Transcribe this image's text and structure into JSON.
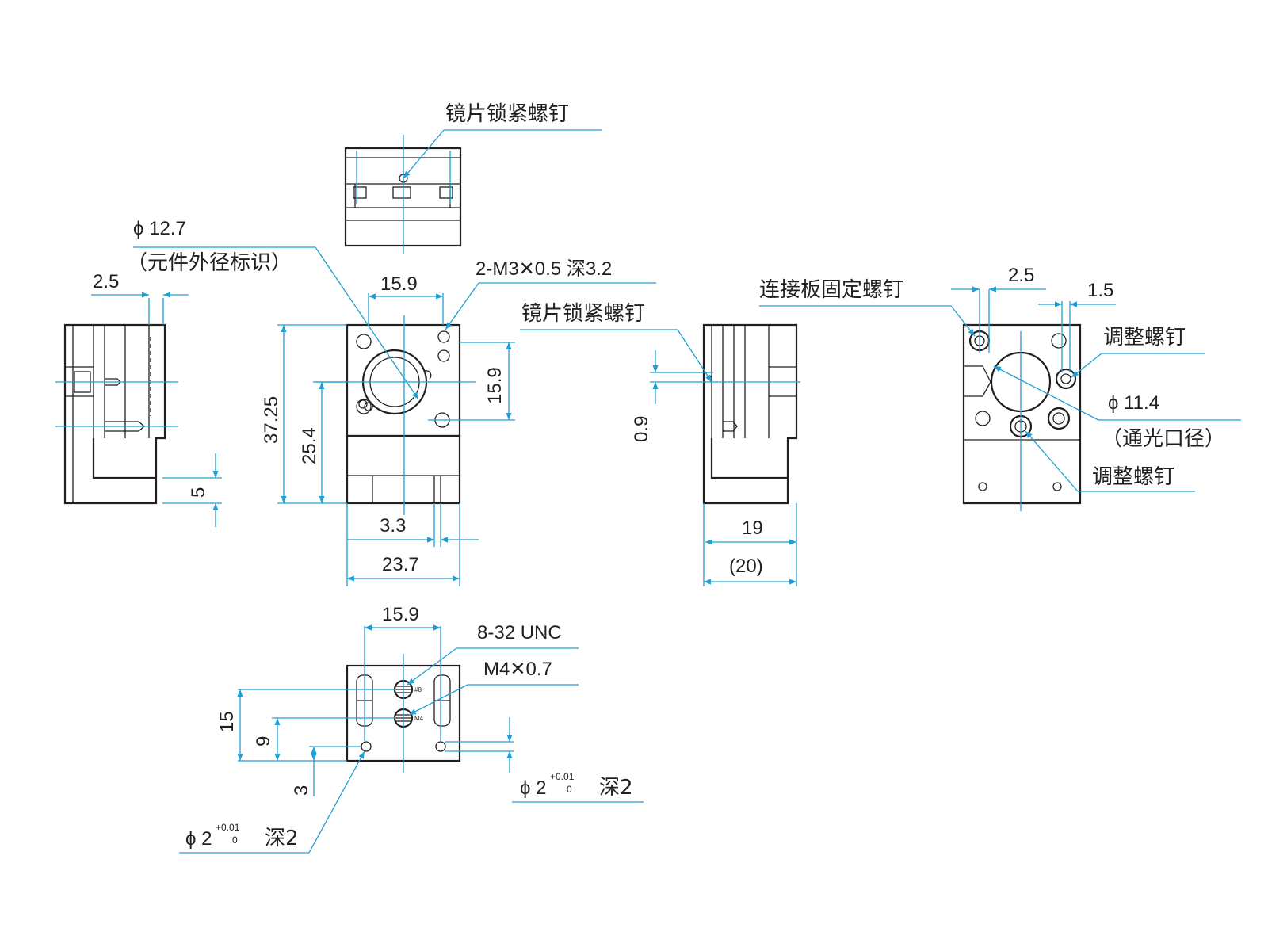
{
  "labels": {
    "lens_lock_top": "镜片锁紧螺钉",
    "phi_12_7": "ϕ 12.7",
    "element_od_mark": "（元件外径标识）",
    "m3_holes": "2-M3✕0.5 深3.2",
    "lens_lock_side": "镜片锁紧螺钉",
    "plate_screw": "连接板固定螺钉",
    "adjust_screw_upper": "调整螺钉",
    "phi_11_4": "ϕ 11.4",
    "clear_aperture": "（通光口径）",
    "adjust_screw_lower": "调整螺钉",
    "thread_832": "8-32 UNC",
    "thread_m4": "M4✕0.7",
    "pin_right_main": "ϕ 2",
    "pin_right_tol_upper": "+0.01",
    "pin_right_tol_lower": "0",
    "pin_right_depth": "深2",
    "pin_left_main": "ϕ 2",
    "pin_left_tol_upper": "+0.01",
    "pin_left_tol_lower": "0",
    "pin_left_depth": "深2",
    "mark_8": "#8",
    "mark_m4": "M4"
  },
  "dimensions": {
    "left_2_5": "2.5",
    "left_5": "5",
    "front_15_9_top": "15.9",
    "front_15_9_side": "15.9",
    "front_37_25": "37.25",
    "front_25_4": "25.4",
    "front_3_3": "3.3",
    "front_23_7": "23.7",
    "side_0_9": "0.9",
    "side_19": "19",
    "side_20": "(20)",
    "back_2_5": "2.5",
    "back_1_5": "1.5",
    "bottom_15_9": "15.9",
    "bottom_15": "15",
    "bottom_9": "9",
    "bottom_3": "3"
  },
  "colors": {
    "outline": "#231f20",
    "dimension": "#1f9fd6"
  }
}
